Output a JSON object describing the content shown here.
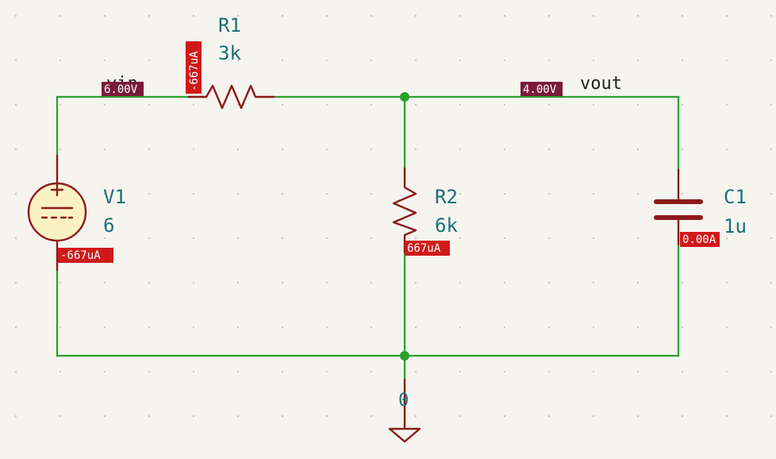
{
  "components": {
    "R1": {
      "ref": "R1",
      "value": "3k",
      "current": "-667uA"
    },
    "R2": {
      "ref": "R2",
      "value": "6k",
      "current": "667uA"
    },
    "V1": {
      "ref": "V1",
      "value": "6",
      "current": "-667uA"
    },
    "C1": {
      "ref": "C1",
      "value": "1u",
      "current": "0.00A"
    }
  },
  "nets": {
    "vin": {
      "label": "vin",
      "voltage": "6.00V"
    },
    "vout": {
      "label": "vout",
      "voltage": "4.00V"
    },
    "gnd": {
      "label": "0"
    }
  },
  "colors": {
    "background": "#f5f4ef",
    "wire": "#2ba02b",
    "component": "#8c1a1a",
    "text": "#1a6f78",
    "voltage_probe": "#7a1a3a",
    "current_probe": "#d01a1a",
    "source_fill": "#fbf2c4"
  }
}
